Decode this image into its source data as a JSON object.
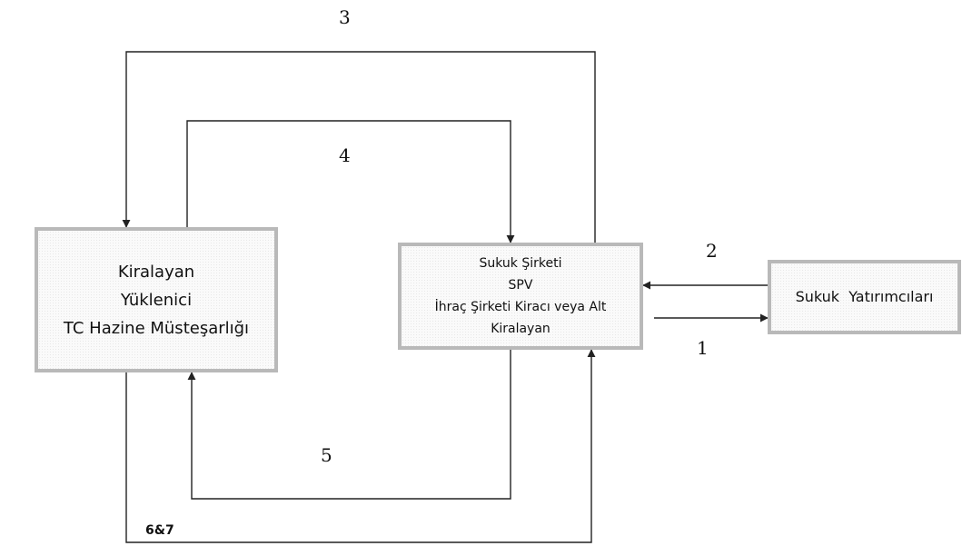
{
  "colors": {
    "line": "#222222",
    "box_border": "#b9b9b9",
    "box_fill": "#fafafa"
  },
  "entities": {
    "lessor": {
      "lines": [
        "Kiralayan",
        "Yüklenici",
        "TC Hazine Müsteşarlığı"
      ]
    },
    "spv": {
      "lines": [
        "Sukuk Şirketi",
        "SPV",
        "İhraç Şirketi Kiracı veya Alt",
        "Kiralayan"
      ]
    },
    "investors": {
      "lines": [
        "Sukuk  Yatırımcıları"
      ]
    }
  },
  "steps": {
    "s1": "1",
    "s2": "2",
    "s3": "3",
    "s4": "4",
    "s5": "5",
    "s67": "6&7"
  }
}
